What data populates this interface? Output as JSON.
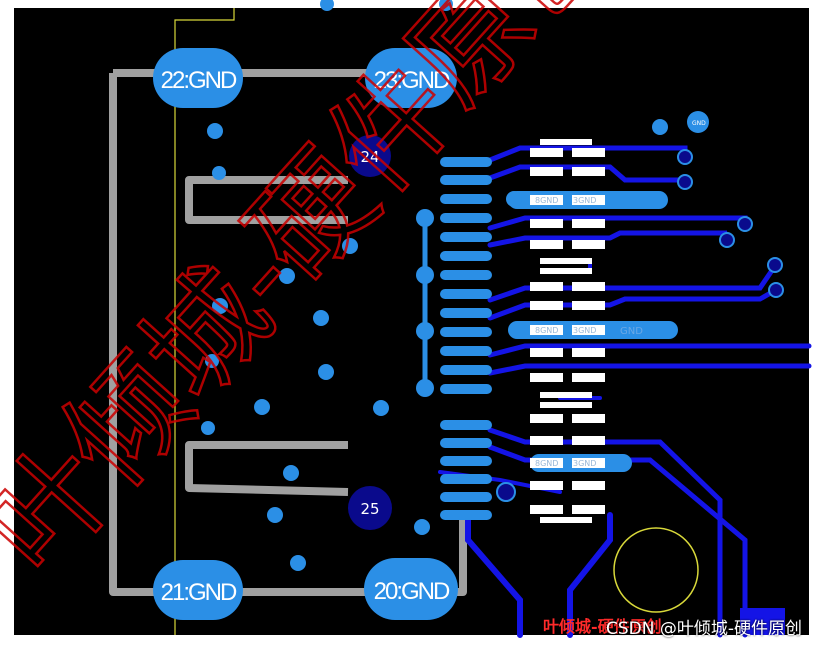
{
  "board": {
    "colors": {
      "background": "#000000",
      "outline": "#a0a0a0",
      "pad": "#2b8fe6",
      "trace": "#1414e6",
      "smd_pad": "#ffffff",
      "via_dark": "#0a0a8c",
      "silk_yellow": "#d8d83a",
      "watermark": "#cc0000"
    },
    "large_pads": [
      {
        "label": "22:GND"
      },
      {
        "label": "23:GND"
      },
      {
        "label": "21:GND"
      },
      {
        "label": "20:GND"
      }
    ],
    "shield_vias": [
      {
        "label": "24"
      },
      {
        "label": "25"
      }
    ],
    "pad_gnd_labels": {
      "row1": [
        "8GND",
        "3GND"
      ],
      "row2": [
        "8GND",
        "3GND",
        "GND"
      ],
      "row3": [
        "8GND",
        "3GND"
      ]
    },
    "small_via_label": "GND",
    "watermark_text": "叶倾城-硬件原创",
    "footer": {
      "red_text": "叶倾城-硬件原创",
      "csdn_text": "CSDN @叶倾城-硬件原创"
    }
  }
}
